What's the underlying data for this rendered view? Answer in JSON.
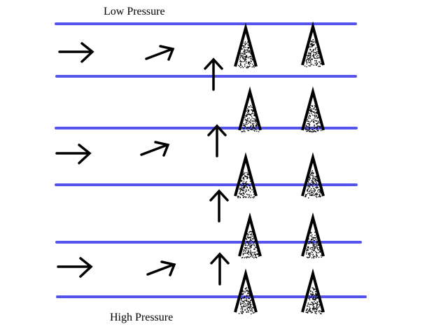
{
  "labels": {
    "top": "Low Pressure",
    "bottom": "High Pressure"
  },
  "colors": {
    "isobar": "#5555ee",
    "ink": "#000000",
    "background": "#ffffff"
  },
  "isobars": [
    {
      "name": "isobar-1"
    },
    {
      "name": "isobar-2"
    },
    {
      "name": "isobar-3"
    },
    {
      "name": "isobar-4"
    },
    {
      "name": "isobar-5"
    },
    {
      "name": "isobar-6"
    }
  ],
  "wind_rows": [
    {
      "name": "upper-row",
      "arrows": [
        "east",
        "northeast",
        "north"
      ]
    },
    {
      "name": "middle-row",
      "arrows": [
        "east",
        "northeast",
        "north",
        "north"
      ]
    },
    {
      "name": "lower-row",
      "arrows": [
        "east",
        "northeast",
        "north"
      ]
    }
  ],
  "symbols": {
    "icon": "speckled-triangle-tree-icon",
    "columns": 2,
    "rows": 5
  }
}
